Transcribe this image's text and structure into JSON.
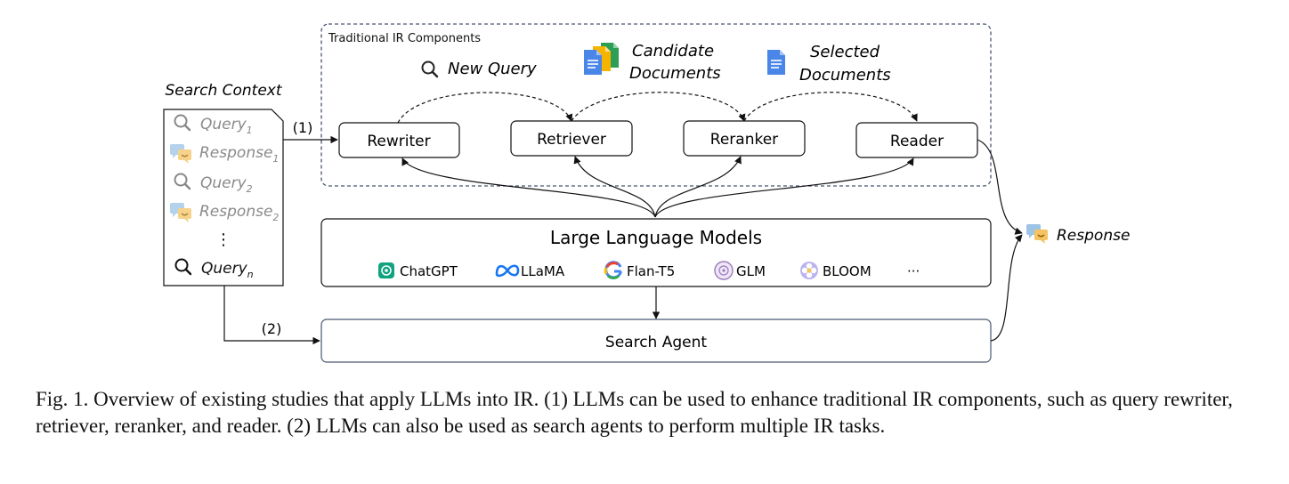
{
  "figure": {
    "traditional_label": "Traditional IR Components",
    "new_query": "New Query",
    "candidate_documents": [
      "Candidate",
      "Documents"
    ],
    "selected_documents": [
      "Selected",
      "Documents"
    ],
    "components": [
      "Rewriter",
      "Retriever",
      "Reranker",
      "Reader"
    ],
    "search_context": {
      "title": "Search Context",
      "entries": [
        {
          "label": "Query",
          "sub": "1"
        },
        {
          "label": "Response",
          "sub": "1"
        },
        {
          "label": "Query",
          "sub": "2"
        },
        {
          "label": "Response",
          "sub": "2"
        },
        {
          "label": "Query",
          "sub": "n"
        }
      ],
      "ellipsis": "⋮"
    },
    "arrow_labels": [
      "(1)",
      "(2)"
    ],
    "llm": {
      "title": "Large Language Models",
      "models": [
        "ChatGPT",
        "LLaMA",
        "Flan-T5",
        "GLM",
        "BLOOM",
        "···"
      ]
    },
    "search_agent": "Search Agent",
    "response": "Response"
  },
  "caption": "Fig. 1. Overview of existing studies that apply LLMs into IR. (1) LLMs can be used to enhance traditional IR components, such as query rewriter, retriever, reranker, and reader. (2) LLMs can also be used as search agents to perform multiple IR tasks."
}
